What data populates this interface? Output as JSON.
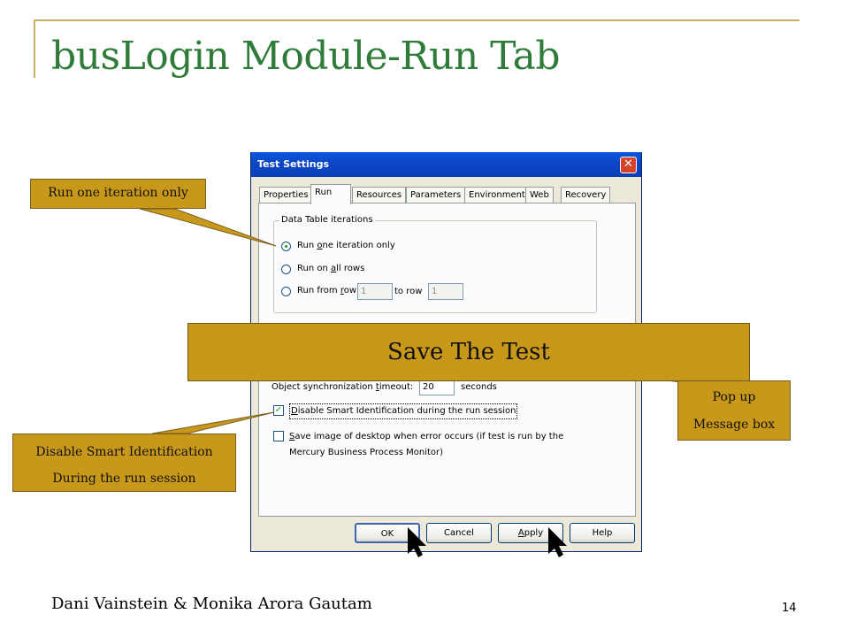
{
  "slide": {
    "title": "busLogin Module-Run Tab",
    "author": "Dani Vainstein & Monika Arora Gautam",
    "page_number": "14"
  },
  "dialog": {
    "title": "Test Settings",
    "close_icon": "close-icon",
    "tabs": [
      {
        "label": "Properties",
        "active": false
      },
      {
        "label": "Run",
        "active": true
      },
      {
        "label": "Resources",
        "active": false
      },
      {
        "label": "Parameters",
        "active": false
      },
      {
        "label": "Environment",
        "active": false
      },
      {
        "label": "Web",
        "active": false
      },
      {
        "label": "Recovery",
        "active": false
      }
    ],
    "data_table": {
      "legend": "Data Table iterations",
      "option_one_pre": "Run ",
      "option_one_u": "o",
      "option_one_post": "ne iteration only",
      "option_all_pre": "Run on ",
      "option_all_u": "a",
      "option_all_post": "ll rows",
      "option_from_pre": "Run from ",
      "option_from_u": "r",
      "option_from_post": "ow",
      "from_row_value": "1",
      "to_row_label": "to row",
      "to_row_value": "1",
      "selected": "one"
    },
    "sync_timeout": {
      "label_pre": "Object synchronization ",
      "label_u": "t",
      "label_post": "imeout:",
      "value": "20",
      "unit": "seconds"
    },
    "disable_smart": {
      "label_u": "D",
      "label_post": "isable Smart Identification during the run session",
      "checked": true
    },
    "save_image": {
      "label_u": "S",
      "label_post": "ave image of desktop when error occurs (if test is run by the",
      "label_line2": "Mercury Business Process Monitor)",
      "checked": false
    },
    "buttons": {
      "ok": "OK",
      "cancel": "Cancel",
      "apply_u": "A",
      "apply_post": "pply",
      "help": "Help"
    }
  },
  "callouts": {
    "run_one": "Run one iteration only",
    "disable_line1": "Disable Smart Identification",
    "disable_line2": "During the run session",
    "popup_line1": "Pop up",
    "popup_line2": "Message box",
    "save_test": "Save The Test"
  },
  "colors": {
    "title_green": "#2e7b3a",
    "callout_gold": "#c8981a",
    "frame_gold": "#c9b062",
    "titlebar_blue": "#0a58de"
  }
}
